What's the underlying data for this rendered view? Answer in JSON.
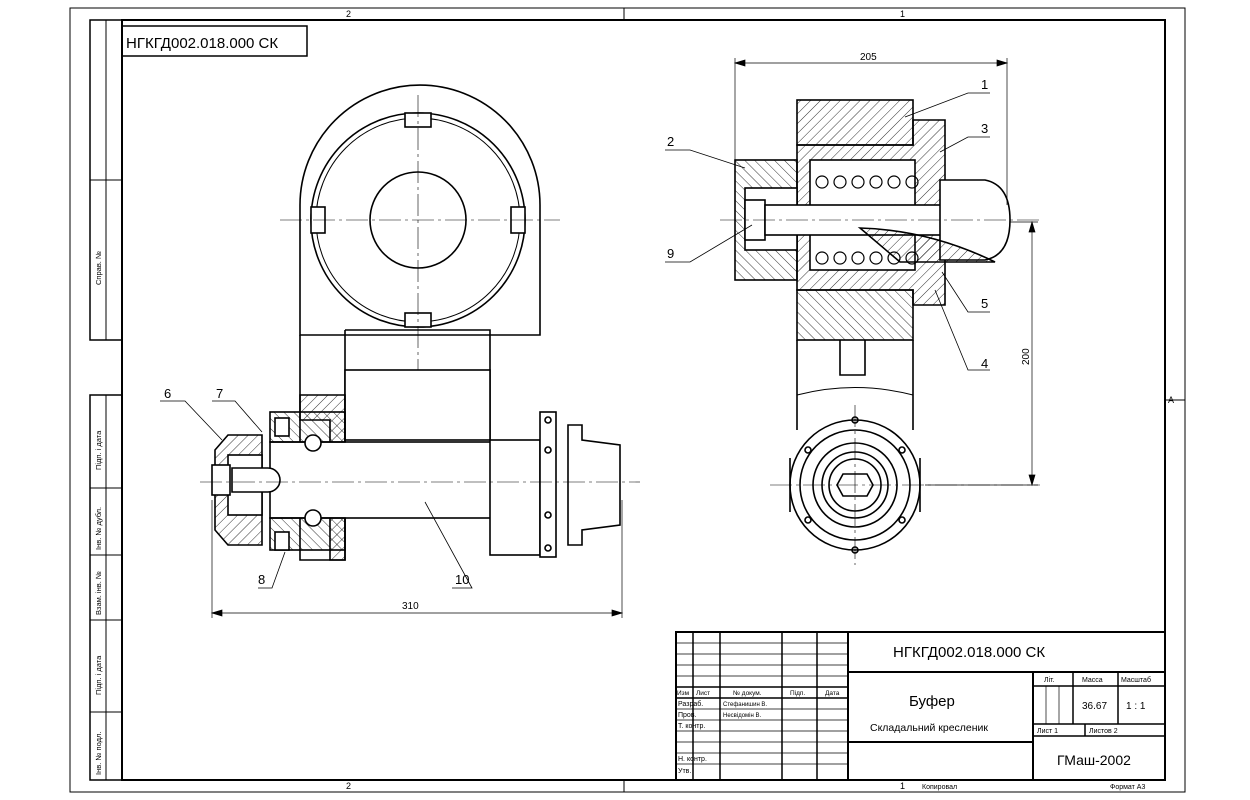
{
  "designation": "НГКГД002.018.000 СК",
  "designation_corner": "НГКГД002.018.000 СК",
  "zone_marks": {
    "top_left": "2",
    "top_right": "1",
    "bottom_left": "2",
    "bottom_right": "1",
    "right_side": "A"
  },
  "side_columns": {
    "sprav_no": "Справ. №",
    "pidp_data_1": "Підп. і дата",
    "inv_dubl": "Інв. № дубл.",
    "vzam_inv": "Взам. інв. №",
    "pidp_data_2": "Підп. і дата",
    "inv_pidl": "Інв. № подл."
  },
  "dimensions": {
    "width_top": "205",
    "height_right": "200",
    "length_bottom": "310"
  },
  "callouts": [
    "1",
    "2",
    "3",
    "4",
    "5",
    "6",
    "7",
    "8",
    "9",
    "10"
  ],
  "title_block": {
    "headers": {
      "izm": "Изм",
      "list": "Лист",
      "doc_no": "№ докум.",
      "pidp": "Підп.",
      "data": "Дата"
    },
    "rows": {
      "razrab": "Разраб.",
      "razrab_name": "Стефанишин В.",
      "prov": "Пров.",
      "prov_name": "Несвідомін В.",
      "t_kontr": "Т. контр.",
      "n_kontr": "Н. контр.",
      "utv": "Утв."
    },
    "title": "Буфер",
    "subtitle": "Складальний кресленик",
    "lit_label": "Літ.",
    "mass_label": "Масса",
    "scale_label": "Масштаб",
    "mass_value": "36.67",
    "scale_value": "1 : 1",
    "sheet": "Лист 1",
    "sheets": "Листов 2",
    "org": "ГМаш-2002",
    "copied": "Копировал",
    "format": "Формат А3"
  }
}
